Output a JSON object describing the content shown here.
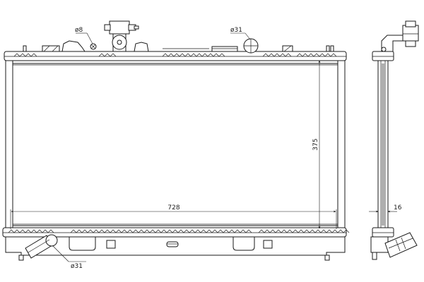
{
  "dimensions": {
    "width": "728",
    "height": "375",
    "thickness": "16",
    "inlet_diameter": "ø31",
    "outlet_diameter": "ø31",
    "drain_diameter": "ø8"
  },
  "colors": {
    "line": "#1a1a1a",
    "background": "#ffffff"
  }
}
